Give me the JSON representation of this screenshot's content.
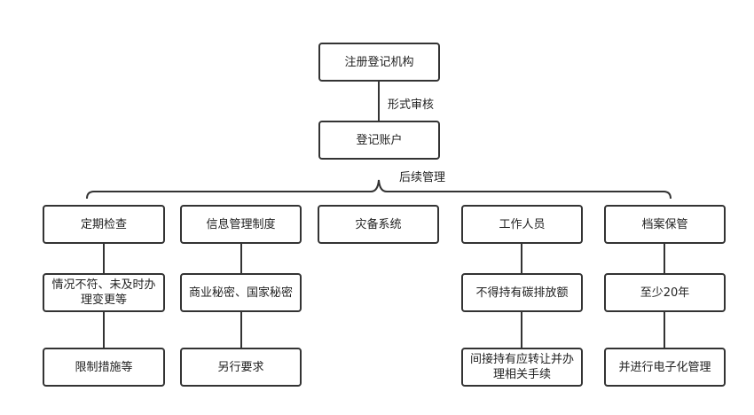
{
  "colors": {
    "stroke": "#333333",
    "text": "#222222",
    "background": "#ffffff"
  },
  "nodes": {
    "root": "注册登记机构",
    "account": "登记账户",
    "check": "定期检查",
    "info": "信息管理制度",
    "backup": "灾备系统",
    "staff": "工作人员",
    "archive": "档案保管",
    "check_1": "情况不符、未及时办理变更等",
    "check_2": "限制措施等",
    "info_1": "商业秘密、国家秘密",
    "info_2": "另行要求",
    "staff_1": "不得持有碳排放额",
    "staff_2": "间接持有应转让并办理相关手续",
    "archive_1": "至少20年",
    "archive_2": "并进行电子化管理"
  },
  "edge_labels": {
    "review": "形式审核",
    "followup": "后续管理"
  }
}
